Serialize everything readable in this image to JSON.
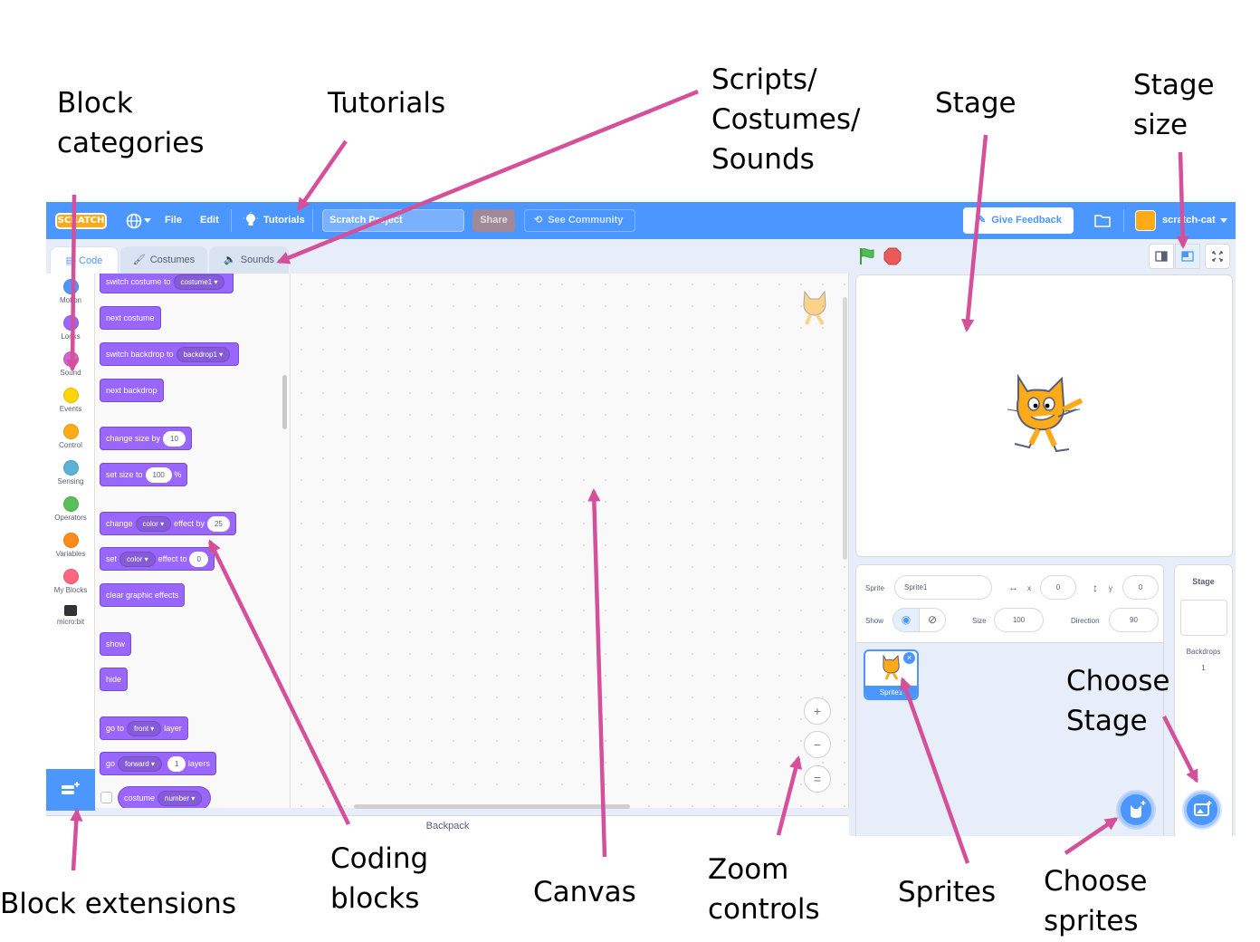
{
  "menubar": {
    "logo": "SCRATCH",
    "file": "File",
    "edit": "Edit",
    "tutorials": "Tutorials",
    "project_title": "Scratch Project",
    "share": "Share",
    "see_community": "See Community",
    "give_feedback": "Give Feedback",
    "username": "scratch-cat"
  },
  "tabs": {
    "code": "Code",
    "costumes": "Costumes",
    "sounds": "Sounds"
  },
  "categories": [
    {
      "label": "Motion",
      "color": "#4c97ff"
    },
    {
      "label": "Looks",
      "color": "#9966ff"
    },
    {
      "label": "Sound",
      "color": "#cf63cf"
    },
    {
      "label": "Events",
      "color": "#ffd500"
    },
    {
      "label": "Control",
      "color": "#ffab19"
    },
    {
      "label": "Sensing",
      "color": "#5cb1d6"
    },
    {
      "label": "Operators",
      "color": "#59c059"
    },
    {
      "label": "Variables",
      "color": "#ff8c1a"
    },
    {
      "label": "My Blocks",
      "color": "#ff6680"
    },
    {
      "label": "micro:bit",
      "color": "#0fbd8c"
    }
  ],
  "blocks": {
    "switch_costume": "switch costume to",
    "costume_value": "costume1",
    "next_costume": "next costume",
    "switch_backdrop": "switch backdrop to",
    "backdrop_value": "backdrop1",
    "next_backdrop": "next backdrop",
    "change_size": "change size by",
    "change_size_value": "10",
    "set_size": "set size to",
    "set_size_value": "100",
    "set_size_unit": "%",
    "change_effect_a": "change",
    "change_effect_drop": "color",
    "change_effect_b": "effect by",
    "change_effect_value": "25",
    "set_effect_a": "set",
    "set_effect_drop": "color",
    "set_effect_b": "effect to",
    "set_effect_value": "0",
    "clear_effects": "clear graphic effects",
    "show": "show",
    "hide": "hide",
    "goto_a": "go to",
    "goto_drop": "front",
    "goto_b": "layer",
    "go_a": "go",
    "go_drop": "forward",
    "go_value": "1",
    "go_b": "layers",
    "costume_reporter": "costume",
    "costume_reporter_drop": "number"
  },
  "canvas": {
    "backpack": "Backpack",
    "zoom_in": "+",
    "zoom_out": "−",
    "zoom_reset": "="
  },
  "sprite_info": {
    "sprite_label": "Sprite",
    "sprite_name": "Sprite1",
    "x_label": "x",
    "x_value": "0",
    "y_label": "y",
    "y_value": "0",
    "show_label": "Show",
    "size_label": "Size",
    "size_value": "100",
    "direction_label": "Direction",
    "direction_value": "90"
  },
  "sprite_list": {
    "thumb_label": "Sprite1"
  },
  "stage_panel": {
    "title": "Stage",
    "backdrops_label": "Backdrops",
    "backdrops_count": "1"
  },
  "annotations": {
    "block_categories": "Block\ncategories",
    "tutorials": "Tutorials",
    "scripts_costumes_sounds": "Scripts/\nCostumes/\nSounds",
    "stage": "Stage",
    "stage_size": "Stage\nsize",
    "choose_stage": "Choose\nStage",
    "block_extensions": "Block extensions",
    "coding_blocks": "Coding\nblocks",
    "canvas": "Canvas",
    "zoom_controls": "Zoom\ncontrols",
    "sprites": "Sprites",
    "choose_sprites": "Choose\nsprites"
  },
  "colors": {
    "menubar": "#4c97ff",
    "looks_block": "#9966ff",
    "annotation_arrow": "#d4509a"
  }
}
